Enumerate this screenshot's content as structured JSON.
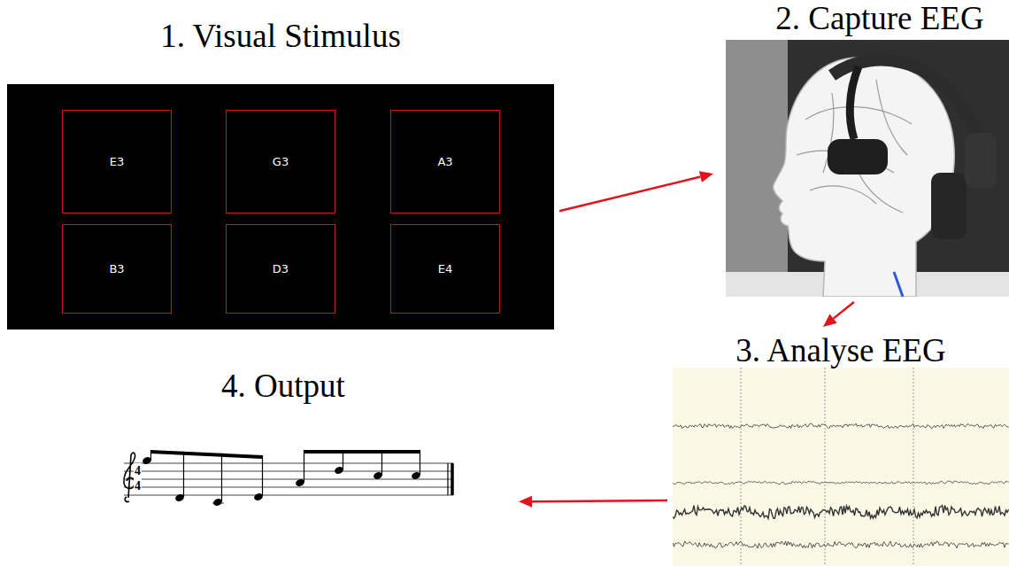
{
  "diagram": {
    "nodes": [
      {
        "text": [
          "1. Visual Stimulus"
        ]
      },
      {
        "text": [
          "E3"
        ],
        "in": 0
      },
      {
        "text": [
          "G3"
        ],
        "in": 0
      },
      {
        "text": [
          "A3"
        ],
        "in": 0
      },
      {
        "text": [
          "B3"
        ],
        "in": 0
      },
      {
        "text": [
          "D3"
        ],
        "in": 0
      },
      {
        "text": [
          "E4"
        ],
        "in": 0
      },
      {
        "text": [
          "2. Capture EEG"
        ]
      },
      {
        "text": [
          "3. Analyse EEG"
        ]
      },
      {
        "text": [
          "4. Output"
        ]
      }
    ],
    "edges": [
      {
        "from": 0,
        "to": 7,
        "arrow": "to"
      },
      {
        "from": 7,
        "to": 8,
        "arrow": "to"
      },
      {
        "from": 8,
        "to": 9,
        "arrow": "to"
      }
    ],
    "labels": [
      "4",
      "4"
    ]
  }
}
